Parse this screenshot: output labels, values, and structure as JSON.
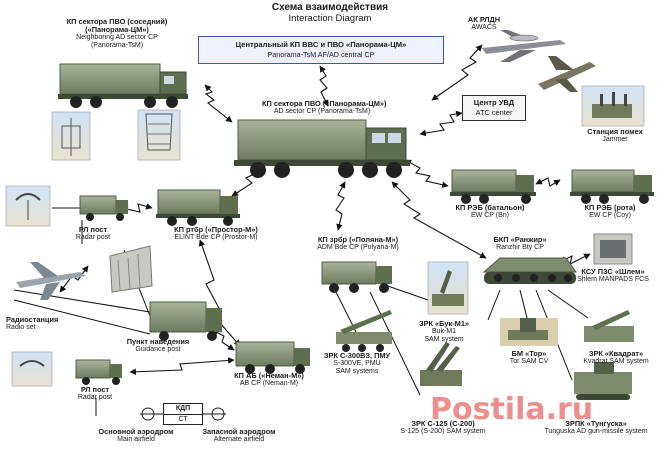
{
  "title": {
    "ru": "Схема взаимодействия",
    "en": "Interaction Diagram"
  },
  "nodes": {
    "neighbor_ad": {
      "ru": "КП сектора ПВО (соседний)\n(«Панорама-ЦМ»)",
      "ru1": "КП сектора ПВО (соседний)",
      "ru2": "(«Панорама-ЦМ»)",
      "en1": "Neighboring AD sector CP",
      "en2": "(Panorama-TsM)"
    },
    "central": {
      "ru": "Центральный КП ВВС и ПВО «Панорама-ЦМ»",
      "en": "Panorama-TsM AF/AD central CP"
    },
    "awacs": {
      "ru": "АК РЛДН",
      "en": "AWACS"
    },
    "atc": {
      "ru": "Центр УВД",
      "en": "ATC center"
    },
    "ad_sector": {
      "ru": "КП сектора ПВО («Панорама-ЦМ»)",
      "en": "AD sector CP (Panorama-TsM)"
    },
    "jammer": {
      "ru": "Станция помех",
      "en": "Jammer"
    },
    "ew_bn": {
      "ru": "КП РЭБ (батальон)",
      "en": "EW CP (Bn)"
    },
    "ew_coy": {
      "ru": "КП РЭБ (рота)",
      "en": "EW CP (Coy)"
    },
    "elint": {
      "ru": "КП ртбр («Простор-М»)",
      "en": "ELINT Bde CP (Prostor-M)"
    },
    "radar_post_top": {
      "ru": "РЛ пост",
      "en": "Radar post"
    },
    "adm_bde": {
      "ru": "КП зрбр («Поляна-М»)",
      "en": "ADM Bde CP (Polyana-M)"
    },
    "ranzhir": {
      "ru": "БКП «Ранжир»",
      "en": "Ranzhir Bty CP"
    },
    "shlem": {
      "ru": "КСУ ПЗС «Шлем»",
      "en": "Shlem MANPADS FCS"
    },
    "radio_set": {
      "ru": "Радиостанция",
      "en": "Radio set"
    },
    "guidance_post": {
      "ru": "Пункт наведения",
      "en": "Guidance post"
    },
    "buk": {
      "ru": "ЗРК «Бук-М1»",
      "en1": "Buk-M1",
      "en2": "SAM system"
    },
    "s300": {
      "ru": "ЗРК С-300ВЗ, ПМУ",
      "en1": "S-300VE, PMU",
      "en2": "SAM systems"
    },
    "tor": {
      "ru": "БМ «Тор»",
      "en": "Tor SAM CV"
    },
    "kvadrat": {
      "ru": "ЗРК «Квадрат»",
      "en": "Kvadrat SAM system"
    },
    "ab_cp": {
      "ru": "КП АБ («Неман-М»)",
      "en": "AB CP (Neman-M)"
    },
    "radar_post_bottom": {
      "ru": "РЛ пост",
      "en": "Radar post"
    },
    "main_airfield": {
      "ru": "Основной аэродром",
      "en": "Main airfield"
    },
    "alt_airfield": {
      "ru": "Запасной аэродром",
      "en": "Alternate airfield"
    },
    "kdp": {
      "top": "КДП",
      "bottom": "СТ"
    },
    "s125": {
      "ru": "ЗРК С-125 (С-200)",
      "en": "S-125 (S-200) SAM system"
    },
    "tunguska": {
      "ru": "ЗРПК «Тунгуска»",
      "en": "Tunguska AD gun-missile system"
    }
  },
  "watermark": "Postila.ru",
  "colors": {
    "truck": "#7c8c6c",
    "truck_dark": "#4e5c45",
    "cabin": "#5d6f4e",
    "box_border": "#3a57b7",
    "link": "#111111",
    "dash": "#333333"
  }
}
